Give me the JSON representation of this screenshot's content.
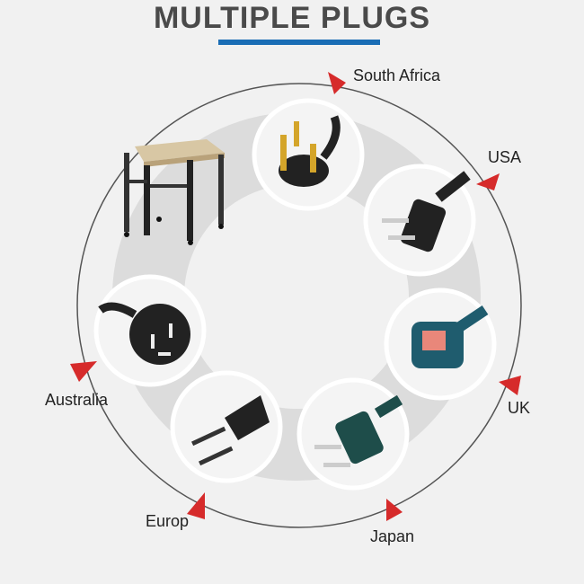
{
  "title": "MULTIPLE PLUGS",
  "accent_color": "#1a6db5",
  "arrow_color": "#d62b2b",
  "plugs": [
    {
      "label": "South Africa",
      "icon": "south-africa-plug-icon"
    },
    {
      "label": "USA",
      "icon": "usa-plug-icon"
    },
    {
      "label": "UK",
      "icon": "uk-plug-icon"
    },
    {
      "label": "Japan",
      "icon": "japan-plug-icon"
    },
    {
      "label": "Europ",
      "icon": "europe-plug-icon"
    },
    {
      "label": "Australia",
      "icon": "australia-plug-icon"
    }
  ]
}
